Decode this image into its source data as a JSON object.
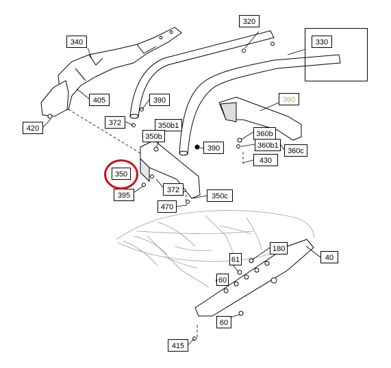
{
  "diagram": {
    "labels": {
      "l320": "320",
      "l330": "330",
      "l340": "340",
      "l360": "360",
      "l405": "405",
      "l390a": "390",
      "l372a": "372",
      "l350b1": "350b1",
      "l350b": "350b",
      "l390b": "390",
      "l360b": "360b",
      "l360b1": "360b1",
      "l360c": "360c",
      "l430": "430",
      "l420": "420",
      "l350": "350",
      "l372b": "372",
      "l350c": "350c",
      "l395": "395",
      "l470": "470",
      "l180": "180",
      "l40": "40",
      "l61": "61",
      "l60a": "60",
      "l60b": "60",
      "l415": "415"
    },
    "colors": {
      "highlight": "#d0101a",
      "tan_label": "#c9a36b",
      "line": "#000000",
      "light_line": "#8a8a8a"
    },
    "highlighted": "350"
  }
}
